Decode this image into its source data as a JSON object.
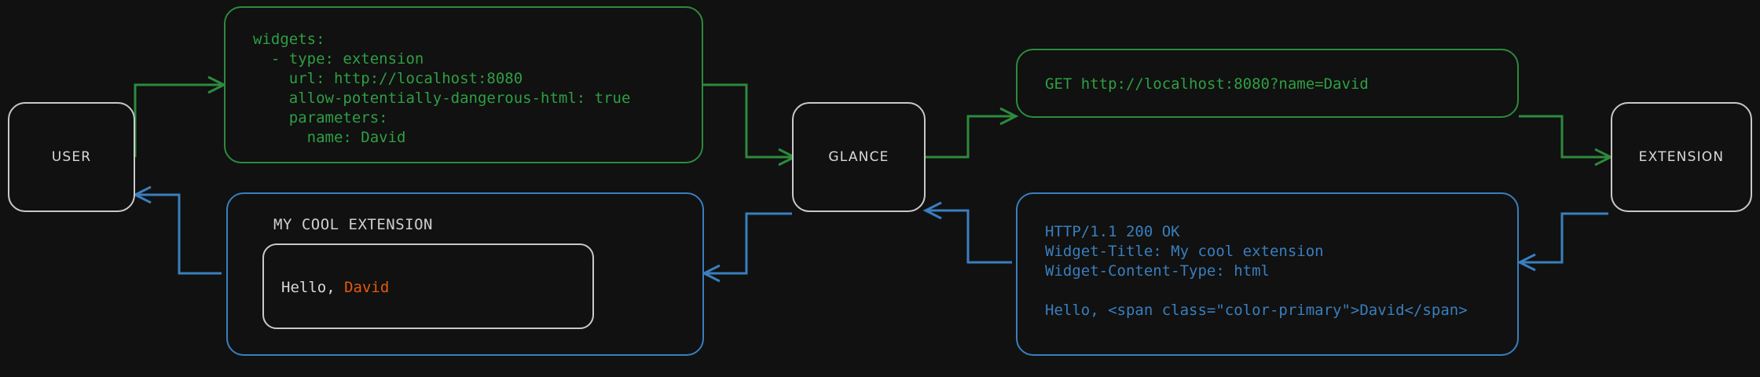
{
  "theme": {
    "background": "#101110",
    "node_border": "#c9c9c9",
    "node_label_color": "#d8d8d8",
    "request_color": "#2f9e44",
    "response_color": "#3a7ebf",
    "accent_primary": "#e8590c"
  },
  "nodes": [
    {
      "id": "user",
      "label": "USER"
    },
    {
      "id": "glance",
      "label": "GLANCE"
    },
    {
      "id": "extension",
      "label": "EXTENSION"
    }
  ],
  "messages": {
    "config_yaml": "widgets:\n  - type: extension\n    url: http://localhost:8080\n    allow-potentially-dangerous-html: true\n    parameters:\n      name: David",
    "http_request": "GET http://localhost:8080?name=David",
    "http_response": "HTTP/1.1 200 OK\nWidget-Title: My cool extension\nWidget-Content-Type: html\n\nHello, <span class=\"color-primary\">David</span>"
  },
  "widget_preview": {
    "title": "MY COOL EXTENSION",
    "body_prefix": "Hello, ",
    "body_accent": "David"
  }
}
